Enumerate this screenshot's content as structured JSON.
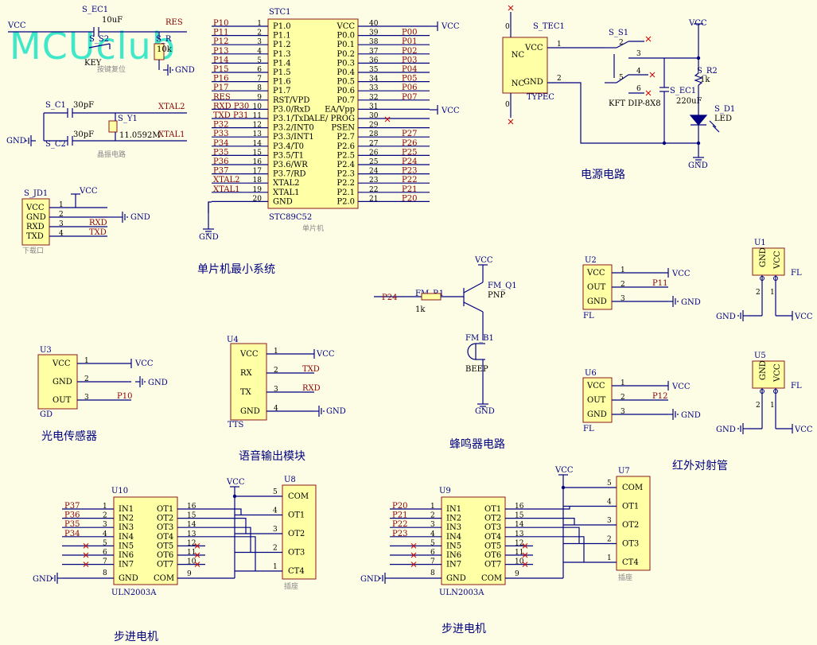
{
  "logo": "MCUclub",
  "power": {
    "vcc": "VCC",
    "gnd": "GND"
  },
  "captions": {
    "mcu_min": "单片机最小系统",
    "power": "电源电路",
    "light": "光电传感器",
    "voice": "语音输出模块",
    "buzzer": "蜂鸣器电路",
    "ir": "红外对射管",
    "stepper1": "步进电机",
    "stepper2": "步进电机"
  },
  "reset": {
    "cap": "S_EC1",
    "cap_val": "10uF",
    "sw": "S_S2",
    "sw_val": "KEY",
    "res": "S_R",
    "res_val": "10k",
    "note": "按键复位",
    "net": "RES"
  },
  "crystal": {
    "c1": "S_C1",
    "c1v": "30pF",
    "c2": "S_C2",
    "c2v": "30pF",
    "y": "S_Y1",
    "yv": "11.0592M",
    "note": "晶振电路",
    "n1": "XTAL2",
    "n2": "XTAL1"
  },
  "jd1": {
    "ref": "S_JD1",
    "pins": [
      "VCC",
      "GND",
      "RXD",
      "TXD"
    ],
    "nums": [
      "1",
      "2",
      "3",
      "4"
    ],
    "nets": [
      "RXD",
      "TXD"
    ],
    "note": "下载口"
  },
  "mcu": {
    "ref": "STC1",
    "part": "STC89C52",
    "note": "单片机",
    "left": [
      {
        "n": "1",
        "p": "P1.0",
        "net": "P10"
      },
      {
        "n": "2",
        "p": "P1.1",
        "net": "P11"
      },
      {
        "n": "3",
        "p": "P1.2",
        "net": "P12"
      },
      {
        "n": "4",
        "p": "P1.3",
        "net": "P13"
      },
      {
        "n": "5",
        "p": "P1.4",
        "net": "P14"
      },
      {
        "n": "6",
        "p": "P1.5",
        "net": "P15"
      },
      {
        "n": "7",
        "p": "P1.6",
        "net": "P16"
      },
      {
        "n": "8",
        "p": "P1.7",
        "net": "P17"
      },
      {
        "n": "9",
        "p": "RST/VPD",
        "net": "RES"
      },
      {
        "n": "10",
        "p": "P3.0/RxD",
        "net": "RXD P30"
      },
      {
        "n": "11",
        "p": "P3.1/TxD",
        "net": "TXD P31"
      },
      {
        "n": "12",
        "p": "P3.2/INT0",
        "net": "P32"
      },
      {
        "n": "13",
        "p": "P3.3/INT1",
        "net": "P33"
      },
      {
        "n": "14",
        "p": "P3.4/T0",
        "net": "P34"
      },
      {
        "n": "15",
        "p": "P3.5/T1",
        "net": "P35"
      },
      {
        "n": "16",
        "p": "P3.6/WR",
        "net": "P36"
      },
      {
        "n": "17",
        "p": "P3.7/RD",
        "net": "P37"
      },
      {
        "n": "18",
        "p": "XTAL2",
        "net": "XTAL2"
      },
      {
        "n": "19",
        "p": "XTAL1",
        "net": "XTAL1"
      },
      {
        "n": "20",
        "p": "GND",
        "net": ""
      }
    ],
    "right": [
      {
        "n": "40",
        "p": "VCC",
        "net": ""
      },
      {
        "n": "39",
        "p": "P0.0",
        "net": "P00"
      },
      {
        "n": "38",
        "p": "P0.1",
        "net": "P01"
      },
      {
        "n": "37",
        "p": "P0.2",
        "net": "P02"
      },
      {
        "n": "36",
        "p": "P0.3",
        "net": "P03"
      },
      {
        "n": "35",
        "p": "P0.4",
        "net": "P04"
      },
      {
        "n": "34",
        "p": "P0.5",
        "net": "P05"
      },
      {
        "n": "33",
        "p": "P0.6",
        "net": "P06"
      },
      {
        "n": "32",
        "p": "P0.7",
        "net": "P07"
      },
      {
        "n": "31",
        "p": "EA/Vpp",
        "net": ""
      },
      {
        "n": "30",
        "p": "ALE/ PROG",
        "net": ""
      },
      {
        "n": "29",
        "p": "PSEN",
        "net": ""
      },
      {
        "n": "28",
        "p": "P2.7",
        "net": "P27"
      },
      {
        "n": "27",
        "p": "P2.6",
        "net": "P26"
      },
      {
        "n": "26",
        "p": "P2.5",
        "net": "P25"
      },
      {
        "n": "25",
        "p": "P2.4",
        "net": "P24"
      },
      {
        "n": "24",
        "p": "P2.3",
        "net": "P23"
      },
      {
        "n": "23",
        "p": "P2.2",
        "net": "P22"
      },
      {
        "n": "22",
        "p": "P2.1",
        "net": "P21"
      },
      {
        "n": "21",
        "p": "P2.0",
        "net": "P20"
      }
    ]
  },
  "psu": {
    "tec": "S_TEC1",
    "tec_type": "TYPEC",
    "tec_pins": [
      "VCC",
      "GND"
    ],
    "nc": "NC",
    "sw": "S_S1",
    "sw_type": "KFT DIP-8X8",
    "ec": "S_EC1",
    "ec_val": "220uF",
    "r": "S_R2",
    "r_val": "1k",
    "d": "S_D1",
    "d_val": "LED"
  },
  "buzzer": {
    "r": "FM_R1",
    "rv": "1k",
    "net": "P24",
    "q": "FM_Q1",
    "qt": "PNP",
    "b": "FM_B1",
    "bt": "BEEP"
  },
  "light": {
    "ref": "U3",
    "part": "GD",
    "pins": [
      "VCC",
      "GND",
      "OUT"
    ],
    "net": "P10"
  },
  "voice": {
    "ref": "U4",
    "part": "TTS",
    "pins": [
      "VCC",
      "RX",
      "TX",
      "GND"
    ],
    "nets": [
      "TXD",
      "RXD"
    ]
  },
  "ir": {
    "mods": [
      {
        "ref": "U2",
        "part": "FL",
        "net": "P11"
      },
      {
        "ref": "U6",
        "part": "FL",
        "net": "P12"
      }
    ],
    "pins": [
      "VCC",
      "OUT",
      "GND"
    ],
    "emit": [
      {
        "ref": "U1",
        "part": "FL"
      },
      {
        "ref": "U5",
        "part": "FL"
      }
    ],
    "epins": [
      "GND",
      "VCC"
    ]
  },
  "uln1": {
    "ref": "U10",
    "part": "ULN2003A",
    "in": [
      "IN1",
      "IN2",
      "IN3",
      "IN4",
      "IN5",
      "IN6",
      "IN7"
    ],
    "out": [
      "OT1",
      "OT2",
      "OT3",
      "OT4",
      "OT5",
      "OT6",
      "OT7"
    ],
    "nets": [
      "P37",
      "P36",
      "P35",
      "P34"
    ],
    "gnd": "GND",
    "com": "COM"
  },
  "uln2": {
    "ref": "U9",
    "part": "ULN2003A",
    "nets": [
      "P20",
      "P21",
      "P22",
      "P23"
    ]
  },
  "sock1": {
    "ref": "U8",
    "note": "插座",
    "pins": [
      "COM",
      "OT1",
      "OT2",
      "OT3",
      "CT4"
    ]
  },
  "sock2": {
    "ref": "U7",
    "note": "插座",
    "pins": [
      "COM",
      "OT1",
      "OT2",
      "OT3",
      "CT4"
    ]
  }
}
